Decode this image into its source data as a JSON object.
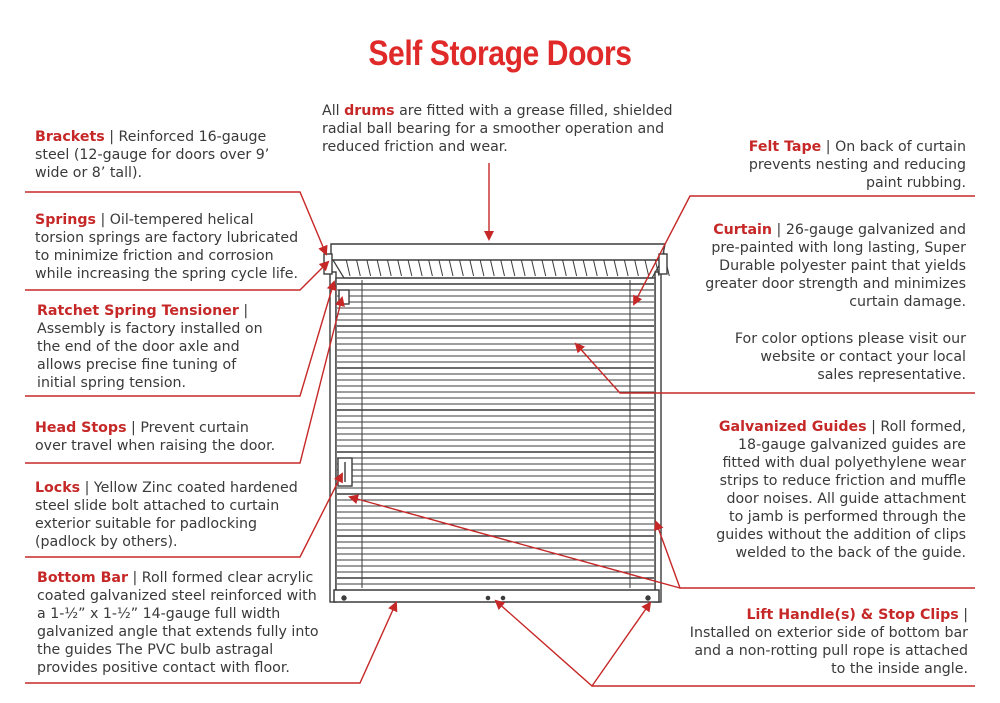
{
  "title": "Self Storage Doors",
  "colors": {
    "accent": "#c62828",
    "title": "#e02a2a",
    "text": "#3a3a3a",
    "door_stroke": "#3c3c3c"
  },
  "callouts": {
    "drums": {
      "pre": "All ",
      "heading": "drums",
      "text": " are fitted with a grease filled, shielded radial ball bearing for a smoother operation and reduced friction and wear."
    },
    "brackets": {
      "heading": "Brackets",
      "text": " | Reinforced 16-gauge steel (12-gauge for doors over 9’ wide or 8’ tall)."
    },
    "springs": {
      "heading": "Springs",
      "text": " | Oil-tempered helical torsion springs are factory lubricated to minimize friction and corrosion while increasing the spring cycle life."
    },
    "ratchet": {
      "heading": "Ratchet Spring Tensioner",
      "text": " | Assembly is factory installed on the end of the door axle and allows precise fine tuning of initial spring tension."
    },
    "head_stops": {
      "heading": "Head Stops",
      "text": " | Prevent curtain over travel when raising the door."
    },
    "locks": {
      "heading": "Locks",
      "text": " | Yellow Zinc coated hardened steel slide bolt attached to curtain exterior suitable for padlocking (padlock by others)."
    },
    "bottom_bar": {
      "heading": "Bottom Bar",
      "text": " | Roll formed clear acrylic coated galvanized steel reinforced with a 1-½” x 1-½” 14-gauge full width galvanized angle that extends fully into the guides The PVC bulb astragal provides positive contact with floor."
    },
    "felt_tape": {
      "heading": "Felt Tape",
      "text": " | On back of curtain prevents nesting and reducing paint rubbing."
    },
    "curtain": {
      "heading": "Curtain",
      "text": " | 26-gauge galvanized and pre-painted with long lasting, Super Durable polyester paint that yields greater door strength and minimizes curtain damage."
    },
    "color_options": {
      "text": "For color options please visit our website or contact your local sales representative."
    },
    "guides": {
      "heading": "Galvanized Guides",
      "text": " | Roll formed, 18-gauge galvanized guides are fitted with dual polyethylene wear strips to reduce friction and muffle door noises. All guide attachment to jamb is performed through the guides without the addition of clips welded to the back of the guide."
    },
    "lift_handle": {
      "heading": "Lift Handle(s) & Stop Clips",
      "text": " | Installed on exterior side of bottom bar and a non-rotting pull rope is attached to the inside angle."
    }
  }
}
